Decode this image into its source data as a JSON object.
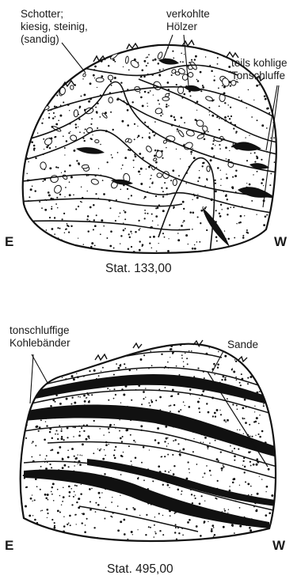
{
  "sections": [
    {
      "labels": {
        "schotter": [
          "Schotter;",
          "kiesig, steinig,",
          "(sandig)"
        ],
        "hoelzer": [
          "verkohlte",
          "Hölzer"
        ],
        "tonschluffe": [
          "teils kohlige",
          "Tonschluffe"
        ]
      },
      "dir_left": "E",
      "dir_right": "W",
      "caption": "Stat. 133,00"
    },
    {
      "labels": {
        "kohlebaender": [
          "tonschluffige",
          "Kohlebänder"
        ],
        "sande": "Sande"
      },
      "dir_left": "E",
      "dir_right": "W",
      "caption": "Stat. 495,00"
    }
  ],
  "colors": {
    "ink": "#111111",
    "paper": "#ffffff"
  }
}
